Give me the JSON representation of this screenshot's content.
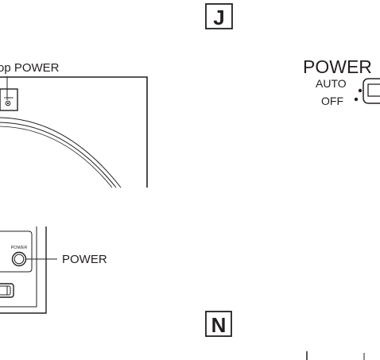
{
  "figure": {
    "callout_top_power": "op POWER",
    "tiny_button_label": "POWER",
    "small_button_label": "POWER",
    "callout_power": "POWER"
  },
  "panel_j": {
    "letter": "J",
    "switch_title": "POWER",
    "auto_label": "AUTO",
    "off_label": "OFF"
  },
  "panel_n": {
    "letter": "N"
  }
}
